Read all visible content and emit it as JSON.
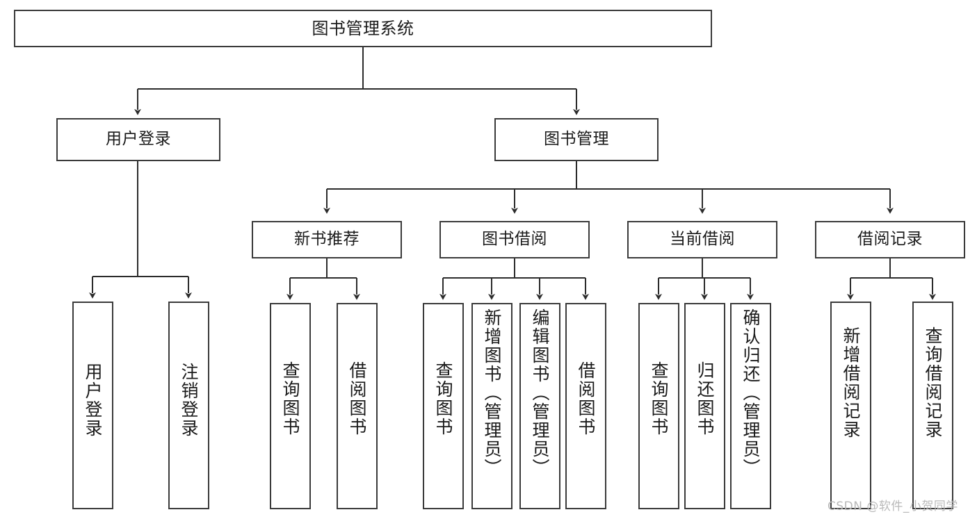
{
  "diagram": {
    "type": "tree-hierarchy-chart",
    "title": "图书管理系统",
    "watermark": "CSDN @软件_小贺同学",
    "colors": {
      "box_border": "#3a3a3a",
      "box_fill": "#ffffff",
      "edge": "#2b2b2b",
      "text": "#1a1a1a",
      "watermark": "#b9b9b9",
      "background": "#ffffff"
    },
    "root": {
      "id": "root",
      "label": "图书管理系统"
    },
    "level1": [
      {
        "id": "user-login",
        "label": "用户登录"
      },
      {
        "id": "book-manage",
        "label": "图书管理"
      }
    ],
    "level2": [
      {
        "id": "new-book-rec",
        "label": "新书推荐",
        "parent": "book-manage"
      },
      {
        "id": "book-borrow",
        "label": "图书借阅",
        "parent": "book-manage"
      },
      {
        "id": "current-borrow",
        "label": "当前借阅",
        "parent": "book-manage"
      },
      {
        "id": "borrow-record",
        "label": "借阅记录",
        "parent": "book-manage"
      }
    ],
    "leaves": [
      {
        "id": "leaf-user-login",
        "label": "用户登录",
        "parent": "user-login"
      },
      {
        "id": "leaf-logout",
        "label": "注销登录",
        "parent": "user-login"
      },
      {
        "id": "leaf-query-book-1",
        "label": "查询图书",
        "parent": "new-book-rec"
      },
      {
        "id": "leaf-borrow-book-1",
        "label": "借阅图书",
        "parent": "new-book-rec"
      },
      {
        "id": "leaf-query-book-2",
        "label": "查询图书",
        "parent": "book-borrow"
      },
      {
        "id": "leaf-add-book",
        "label": "新增图书（管理员）",
        "parent": "book-borrow"
      },
      {
        "id": "leaf-edit-book",
        "label": "编辑图书（管理员）",
        "parent": "book-borrow"
      },
      {
        "id": "leaf-borrow-book-2",
        "label": "借阅图书",
        "parent": "book-borrow"
      },
      {
        "id": "leaf-query-book-3",
        "label": "查询图书",
        "parent": "current-borrow"
      },
      {
        "id": "leaf-return-book",
        "label": "归还图书",
        "parent": "current-borrow"
      },
      {
        "id": "leaf-confirm-return",
        "label": "确认归还（管理员）",
        "parent": "current-borrow"
      },
      {
        "id": "leaf-add-record",
        "label": "新增借阅记录",
        "parent": "borrow-record"
      },
      {
        "id": "leaf-query-record",
        "label": "查询借阅记录",
        "parent": "borrow-record"
      }
    ]
  }
}
